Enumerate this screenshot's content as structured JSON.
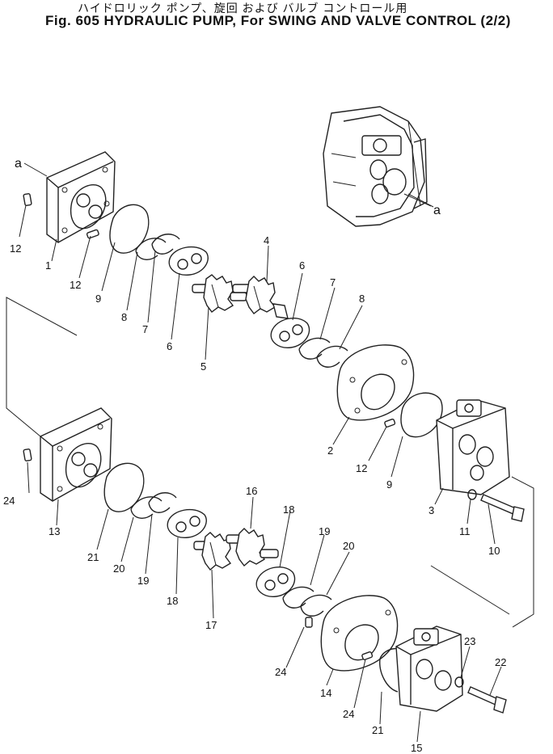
{
  "title_jp": "ハイドロリック ポンプ、旋回 および バルブ コントロール用",
  "title_en": "Fig. 605 HYDRAULIC PUMP, For SWING AND VALVE CONTROL (2/2)",
  "labels": {
    "a_top": "a",
    "a_right": "a",
    "p12_a": "12",
    "p1": "1",
    "p12_b": "12",
    "p9_a": "9",
    "p8_a": "8",
    "p7_a": "7",
    "p6_a": "6",
    "p5": "5",
    "p4": "4",
    "p6_b": "6",
    "p7_b": "7",
    "p8_b": "8",
    "p2": "2",
    "p12_c": "12",
    "p9_b": "9",
    "p3": "3",
    "p11": "11",
    "p10": "10",
    "p24_a": "24",
    "p13": "13",
    "p21_a": "21",
    "p20_a": "20",
    "p19_a": "19",
    "p18_a": "18",
    "p17": "17",
    "p16": "16",
    "p18_b": "18",
    "p19_b": "19",
    "p20_b": "20",
    "p24_b": "24",
    "p14": "14",
    "p24_c": "24",
    "p21_b": "21",
    "p15": "15",
    "p23": "23",
    "p22": "22"
  }
}
